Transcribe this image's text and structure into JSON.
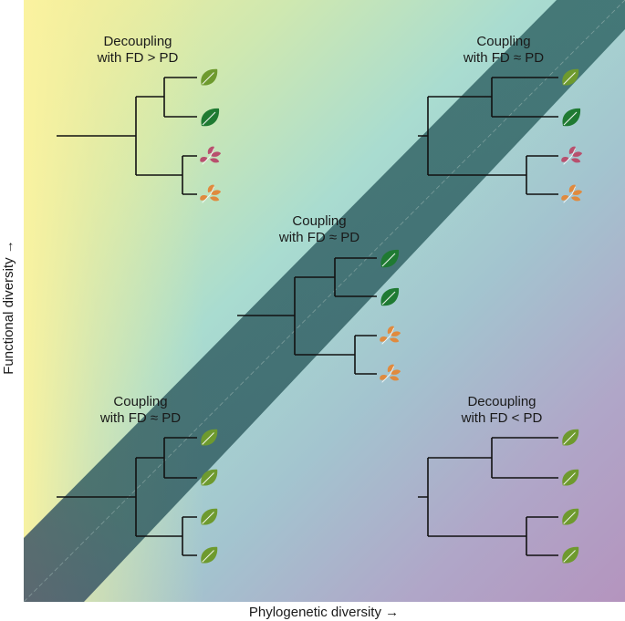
{
  "axes": {
    "x_label": "Phylogenetic diversity →",
    "y_label": "Functional diversity →"
  },
  "trees": [
    {
      "id": "top-left",
      "title_line1": "Decoupling",
      "title_line2": "with FD > PD",
      "leaves": [
        "leaf-green",
        "leaf-dark-green",
        "leaf-pink",
        "leaf-orange"
      ]
    },
    {
      "id": "top-right",
      "title_line1": "Coupling",
      "title_line2": "with FD ≈ PD",
      "leaves": [
        "leaf-green",
        "leaf-dark-green",
        "leaf-pink",
        "leaf-orange"
      ]
    },
    {
      "id": "center",
      "title_line1": "Coupling",
      "title_line2": "with FD ≈ PD",
      "leaves": [
        "leaf-dark-green",
        "leaf-dark-green",
        "leaf-orange",
        "leaf-orange"
      ]
    },
    {
      "id": "bottom-left",
      "title_line1": "Coupling",
      "title_line2": "with FD ≈ PD",
      "leaves": [
        "leaf-green",
        "leaf-green",
        "leaf-green",
        "leaf-green"
      ]
    },
    {
      "id": "bottom-right",
      "title_line1": "Decoupling",
      "title_line2": "with FD < PD",
      "leaves": [
        "leaf-green",
        "leaf-green",
        "leaf-green",
        "leaf-green"
      ]
    }
  ],
  "colors": {
    "leaf_green": "#6e9a2e",
    "leaf_dark_green": "#1f7a32",
    "leaf_pink": "#b8506e",
    "leaf_orange": "#e08a3e",
    "band": "#2f5d5e",
    "bg_yellow": "#f6ef9a",
    "bg_teal": "#a9dcd0",
    "bg_purple": "#b49ac0"
  }
}
